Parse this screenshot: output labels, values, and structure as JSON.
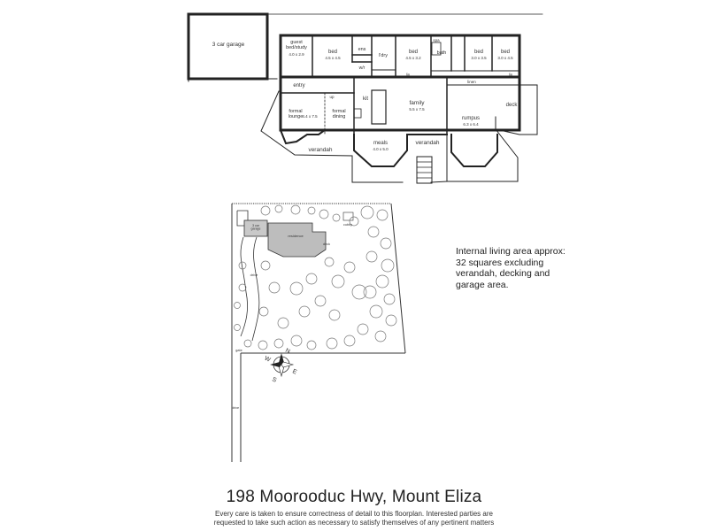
{
  "floorplan": {
    "rooms": {
      "garage": "3 car garage",
      "guest": "guest\nbed/study",
      "guest_dim": "4.0 x 2.9",
      "bed1": "bed",
      "bed1_dim": "4.5 x 4.5",
      "ens": "ens",
      "wir": "w/r",
      "ldry": "l'dry",
      "bed2": "bed",
      "bed2_dim": "4.5 x 3.2",
      "spa": "spa",
      "bath": "bath",
      "bed3": "bed",
      "bed3_dim": "3.0 x 3.5",
      "bed4": "bed",
      "bed4_dim": "3.0 x 4.5",
      "linen": "linen",
      "lin": "lin",
      "entry": "entry",
      "up": "up",
      "formal_lounge": "formal\nlounge",
      "formal_dim": "4.4 x 7.5",
      "formal_dining": "formal\ndining",
      "kit": "kit",
      "family": "family",
      "family_dim": "5.5 x 7.5",
      "rumpus": "rumpus",
      "rumpus_dim": "6.3 x 6.4",
      "deck": "deck",
      "meals": "meals",
      "meals_dim": "4.0 x 5.0",
      "verandah_left": "verandah",
      "verandah_center": "verandah"
    }
  },
  "siteplan": {
    "garage": "3 car\ngarage",
    "residence": "residence",
    "deck": "deck",
    "cubby": "cubby",
    "drive_top": "drive",
    "gate": "gate",
    "drive_bottom": "drive",
    "compass": {
      "n": "N",
      "s": "S",
      "e": "E",
      "w": "W"
    }
  },
  "area_note": "Internal living area approx: 32 squares excluding verandah, decking and garage area.",
  "title": "198 Moorooduc Hwy, Mount Eliza",
  "disclaimer": "Every care is taken to ensure correctness of detail to this floorplan. Interested parties are requested to take such action as necessary to satisfy themselves of any pertinent matters"
}
